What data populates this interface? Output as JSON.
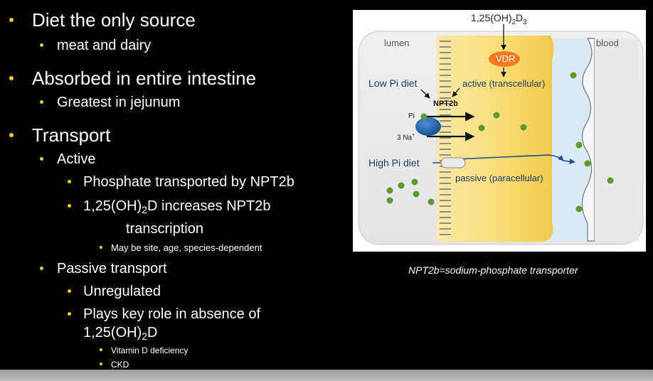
{
  "bullets": {
    "diet": "Diet the only source",
    "meat": "meat and dairy",
    "absorbed": "Absorbed in entire intestine",
    "jejunum": "Greatest in jejunum",
    "transport": "Transport",
    "active": "Active",
    "npt2b": "Phosphate transported by NPT2b",
    "vitd_a": "1,25(OH)",
    "vitd_sub": "2",
    "vitd_b": "D increases NPT2b",
    "transcription": "transcription",
    "site": "May be site, age, species-dependent",
    "passive": "Passive transport",
    "unregulated": "Unregulated",
    "keyrole": "Plays key role in absence of",
    "keyrole2_a": "1,25(OH)",
    "keyrole2_sub": "2",
    "keyrole2_b": "D",
    "vitd_def": "Vitamin D deficiency",
    "ckd": "CKD"
  },
  "figure": {
    "hormone_a": "1,25(OH)",
    "hormone_sub1": "2",
    "hormone_mid": "D",
    "hormone_sub2": "3",
    "lumen": "lumen",
    "blood": "blood",
    "vdr": "VDR",
    "low_pi": "Low Pi diet",
    "active": "active (transcellular)",
    "npt2b": "NPT2b",
    "pi": "Pi",
    "na": "3 Na",
    "na_sup": "+",
    "high_pi": "High Pi diet",
    "passive": "passive (paracellular)"
  },
  "caption": "NPT2b=sodium-phosphate transporter",
  "colors": {
    "bullet": "#f2d100",
    "cell": "#f8de7a",
    "blood": "#dce8f2",
    "transporter": "#1b5fae",
    "vdr": "#f47920",
    "pi_dot": "#5a9a2e",
    "arrow_blue": "#1f4e8c"
  }
}
